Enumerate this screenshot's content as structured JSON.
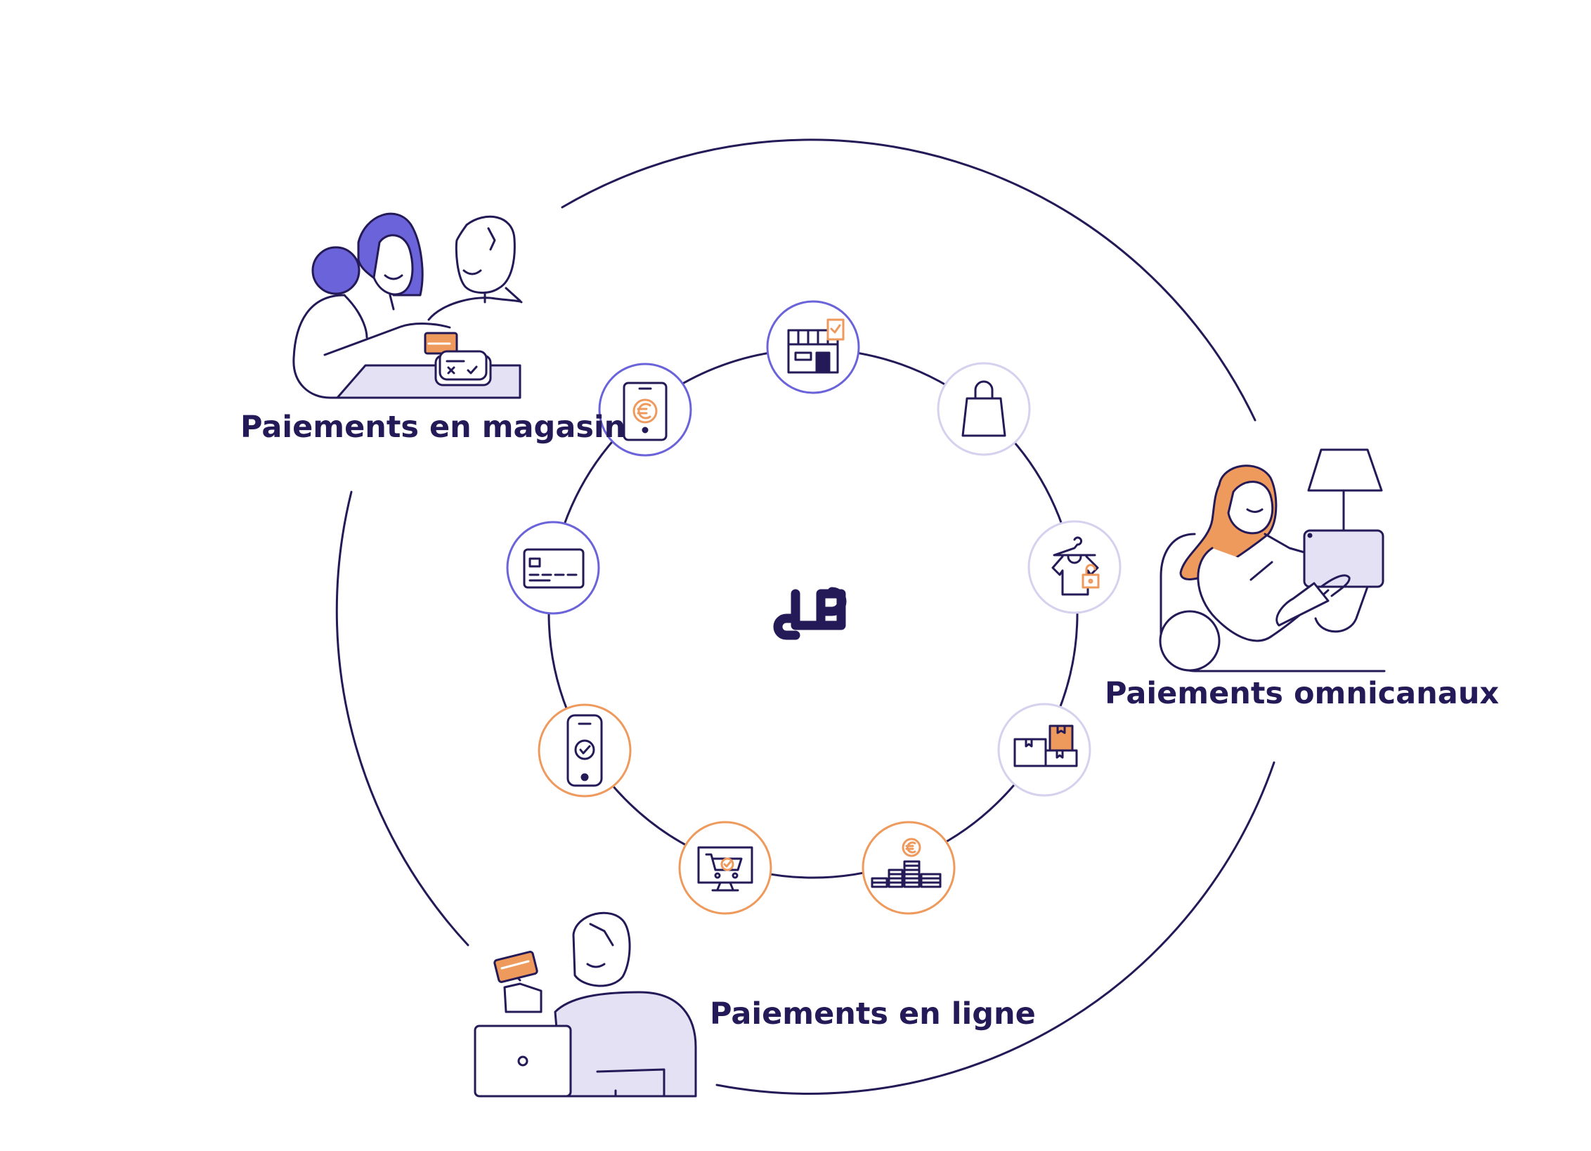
{
  "labels": {
    "in_store": "Paiements en magasin",
    "omnichannel": "Paiements omnicanaux",
    "online": "Paiements en ligne"
  },
  "colors": {
    "navy": "#241a57",
    "purple": "#6b63d9",
    "lavender": "#e4e1f4",
    "lavender_ring": "#d5d1ee",
    "orange": "#ef9a5d",
    "white": "#ffffff"
  },
  "center": {
    "logo": "brand-logo-icon"
  },
  "icons": [
    {
      "name": "storefront-icon",
      "ring": "purple"
    },
    {
      "name": "shopping-bag-icon",
      "ring": "lavender"
    },
    {
      "name": "tshirt-lock-icon",
      "ring": "lavender"
    },
    {
      "name": "boxes-icon",
      "ring": "lavender"
    },
    {
      "name": "coins-stack-icon",
      "ring": "orange"
    },
    {
      "name": "computer-cart-icon",
      "ring": "orange"
    },
    {
      "name": "phone-check-icon",
      "ring": "orange"
    },
    {
      "name": "credit-card-icon",
      "ring": "purple"
    },
    {
      "name": "tablet-euro-icon",
      "ring": "purple"
    }
  ]
}
